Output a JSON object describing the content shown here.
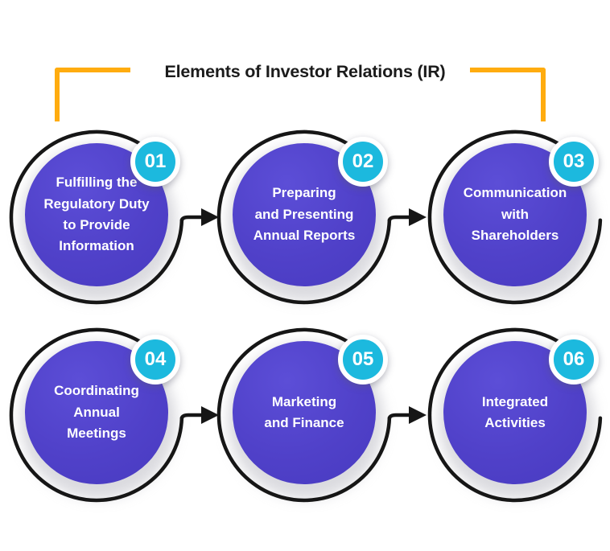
{
  "header": {
    "title": "Elements of Investor Relations (IR)"
  },
  "items": [
    {
      "number": "01",
      "label": "Fulfilling the\nRegulatory Duty\nto Provide\nInformation"
    },
    {
      "number": "02",
      "label": "Preparing\nand Presenting\nAnnual Reports"
    },
    {
      "number": "03",
      "label": "Communication\nwith\nShareholders"
    },
    {
      "number": "04",
      "label": "Coordinating\nAnnual\nMeetings"
    },
    {
      "number": "05",
      "label": "Marketing\nand Finance"
    },
    {
      "number": "06",
      "label": "Integrated\nActivities"
    }
  ],
  "colors": {
    "circle_purple": "#5041c9",
    "badge_cyan": "#1cb9de",
    "bracket_yellow": "#ffac0f",
    "ring_black": "#161616"
  }
}
